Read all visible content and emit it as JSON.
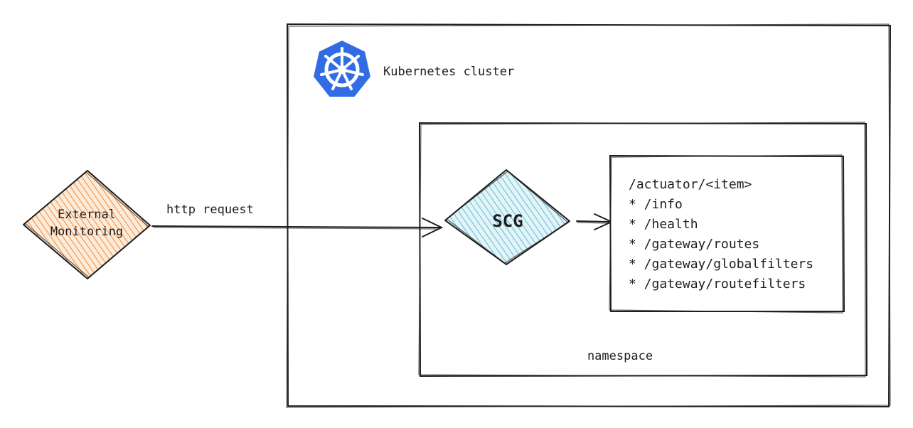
{
  "cluster": {
    "label": "Kubernetes cluster",
    "icon": "kubernetes-icon",
    "icon_color": "#326ce5"
  },
  "namespace": {
    "label": "namespace"
  },
  "external": {
    "label_line1": "External",
    "label_line2": "Monitoring",
    "fill_color": "#f5a15a"
  },
  "request": {
    "label": "http request"
  },
  "scg": {
    "label": "SCG",
    "fill_color": "#6cc3d5"
  },
  "actuator": {
    "title": "/actuator/<item>",
    "items": [
      "* /info",
      "* /health",
      "* /gateway/routes",
      "* /gateway/globalfilters",
      "* /gateway/routefilters"
    ]
  },
  "colors": {
    "stroke": "#1e1e1e"
  }
}
